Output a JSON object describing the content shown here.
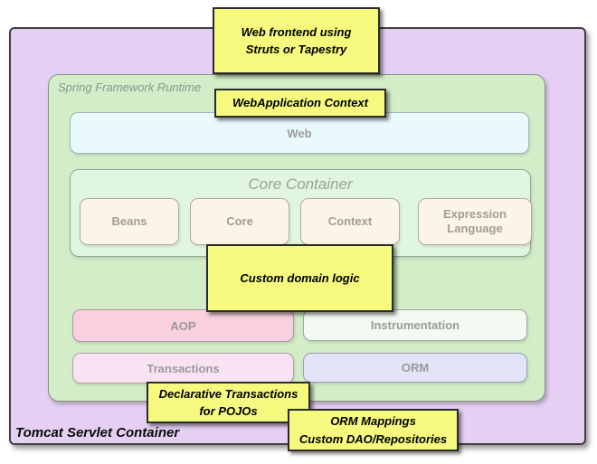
{
  "colors": {
    "background": "#FFFFFF",
    "tomcat_fill": "#E5D0F4",
    "spring_fill": "#D2EDC7",
    "core_container_fill": "#E0F6E0",
    "web_fill": "#EAF9FC",
    "module_fill": "#FBF4E8",
    "aop_fill": "#F8D0DF",
    "instrumentation_fill": "#F3FAF1",
    "transactions_fill": "#F9E3F3",
    "orm_fill": "#E4E4F8",
    "callout_fill": "#F5F97D",
    "label_gray": "#9A9A9A"
  },
  "tomcat": {
    "label": "Tomcat Servlet Container"
  },
  "spring": {
    "label": "Spring Framework Runtime"
  },
  "web": {
    "label": "Web"
  },
  "core_container": {
    "title": "Core Container",
    "modules": [
      {
        "label": "Beans"
      },
      {
        "label": "Core"
      },
      {
        "label": "Context"
      },
      {
        "label": "Expression Language"
      }
    ]
  },
  "middle_modules": {
    "aop": "AOP",
    "instrumentation": "Instrumentation"
  },
  "lower_modules": {
    "transactions": "Transactions",
    "orm": "ORM"
  },
  "callouts": {
    "web_frontend": {
      "lines": [
        "Web frontend  using",
        "Struts or Tapestry"
      ]
    },
    "webapp_context": {
      "lines": [
        "WebApplication Context"
      ]
    },
    "custom_domain": {
      "lines": [
        "Custom domain logic"
      ]
    },
    "declarative_tx": {
      "lines": [
        "Declarative Transactions",
        "for POJOs"
      ]
    },
    "orm_mappings": {
      "lines": [
        "ORM Mappings",
        "Custom DAO/Repositories"
      ]
    }
  }
}
